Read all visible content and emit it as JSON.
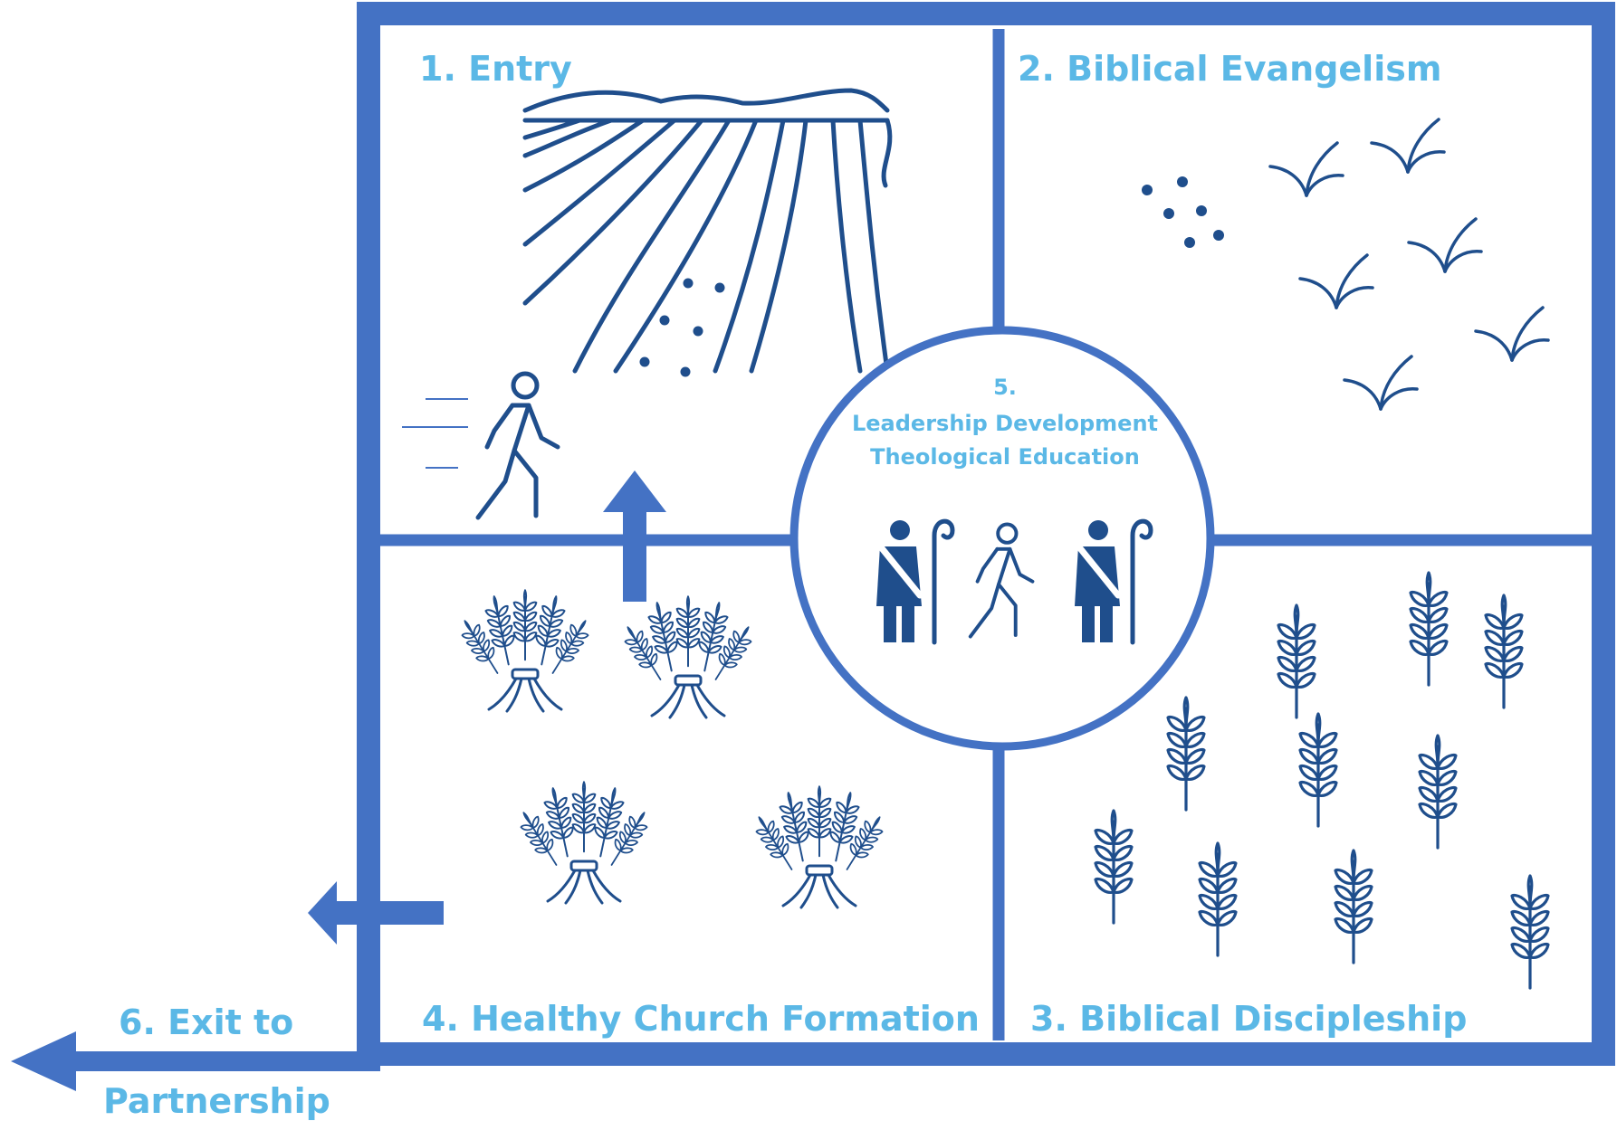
{
  "colors": {
    "frame": "#4472c4",
    "icon": "#1f4e8c",
    "label": "#5bb8e6"
  },
  "quadrants": {
    "entry": "1. Entry",
    "evangelism": "2. Biblical Evangelism",
    "discipleship": "3. Biblical Discipleship",
    "church": "4. Healthy Church Formation"
  },
  "center": {
    "number": "5.",
    "line1": "Leadership Development",
    "line2": "Theological Education"
  },
  "exit": {
    "line1": "6. Exit to",
    "line2": "Partnership"
  },
  "icons": [
    "field-icon",
    "walking-person-icon",
    "seed-icon",
    "sprout-icon",
    "wheat-icon",
    "wheat-sheaf-icon",
    "shepherd-icon"
  ]
}
